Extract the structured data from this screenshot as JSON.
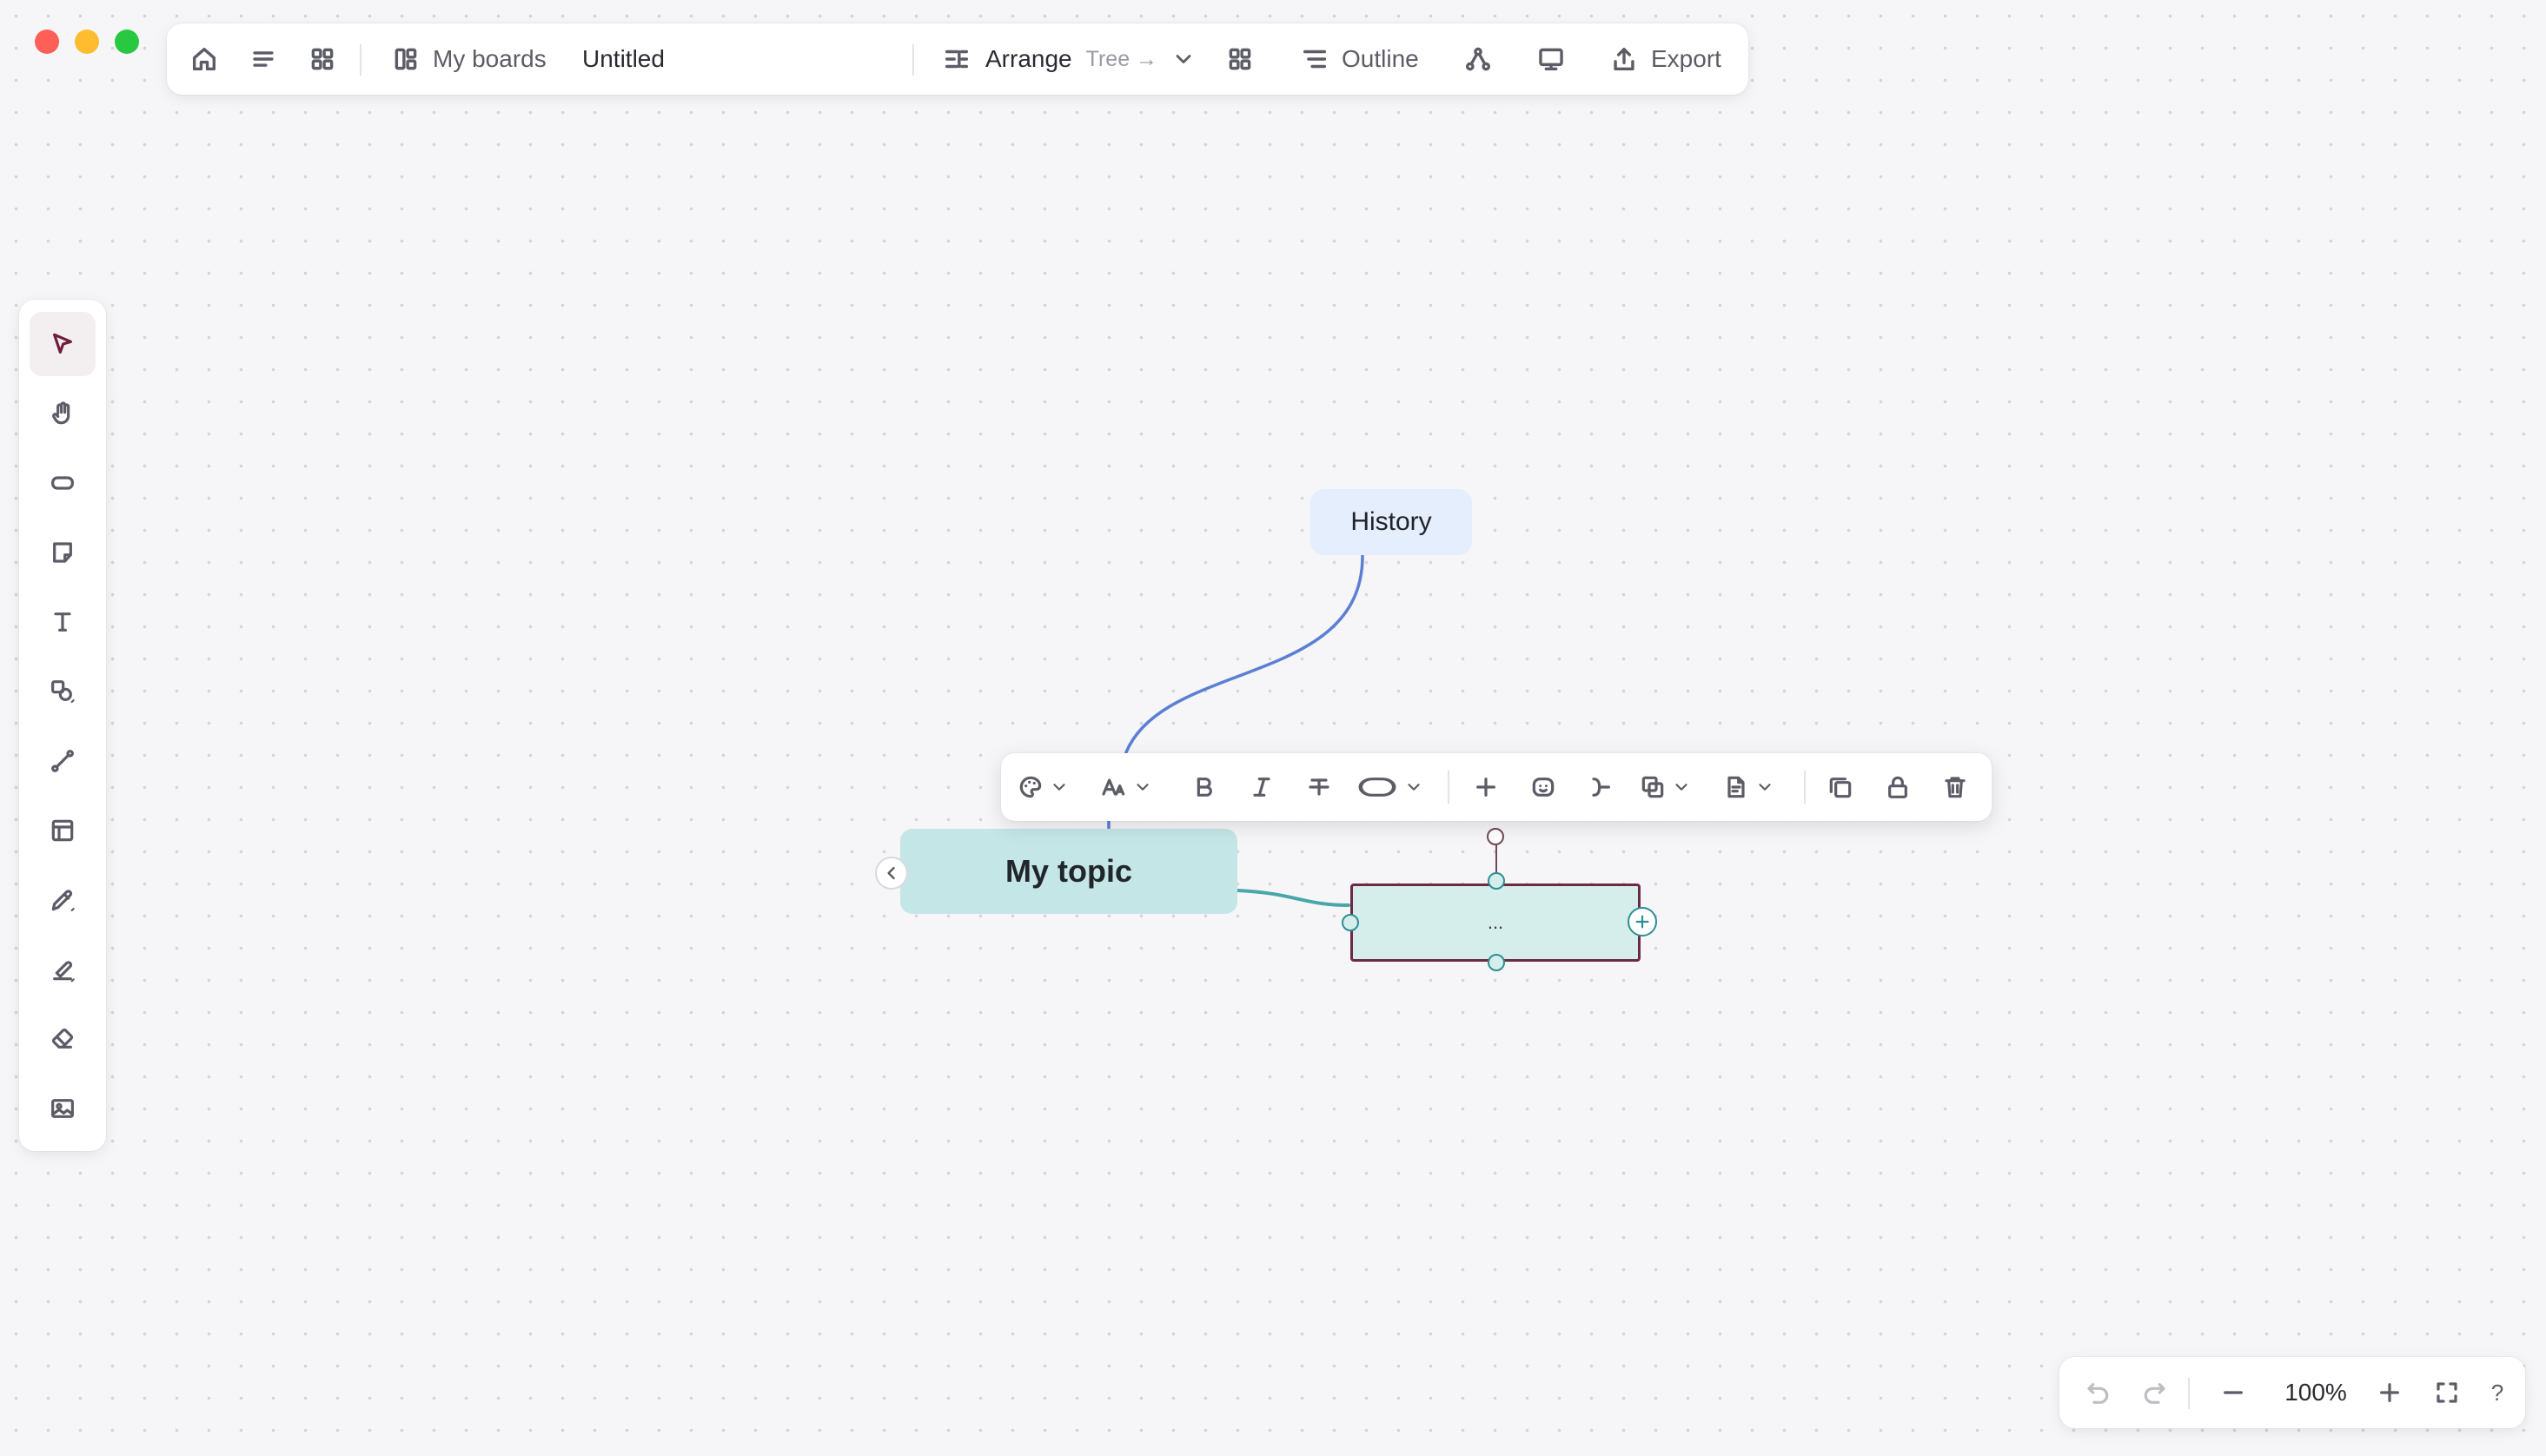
{
  "topbar": {
    "my_boards": "My boards",
    "board_title": "Untitled",
    "arrange_label": "Arrange",
    "arrange_mode": "Tree →",
    "outline_label": "Outline",
    "export_label": "Export"
  },
  "leftbar": {
    "tools": [
      {
        "icon": "cursor-icon",
        "active": true
      },
      {
        "icon": "hand-icon"
      },
      {
        "icon": "rounded-rect-icon"
      },
      {
        "icon": "sticky-note-icon"
      },
      {
        "icon": "text-icon"
      },
      {
        "icon": "shapes-icon"
      },
      {
        "icon": "connector-icon"
      },
      {
        "icon": "table-frame-icon"
      },
      {
        "icon": "pencil-icon"
      },
      {
        "icon": "highlighter-icon"
      },
      {
        "icon": "eraser-icon"
      },
      {
        "icon": "image-icon"
      }
    ]
  },
  "canvas": {
    "nodes": {
      "history": "History",
      "main": "My topic",
      "selected": "..."
    },
    "colors": {
      "history_fill": "#e4eefc",
      "main_fill": "#c5e6e6",
      "selected_fill": "#d6eeeb",
      "selection_border": "#6e2a43",
      "edge_history": "#5b7fd4",
      "edge_child": "#4aa7a9"
    }
  },
  "zoom": {
    "level": "100%",
    "help": "?"
  }
}
